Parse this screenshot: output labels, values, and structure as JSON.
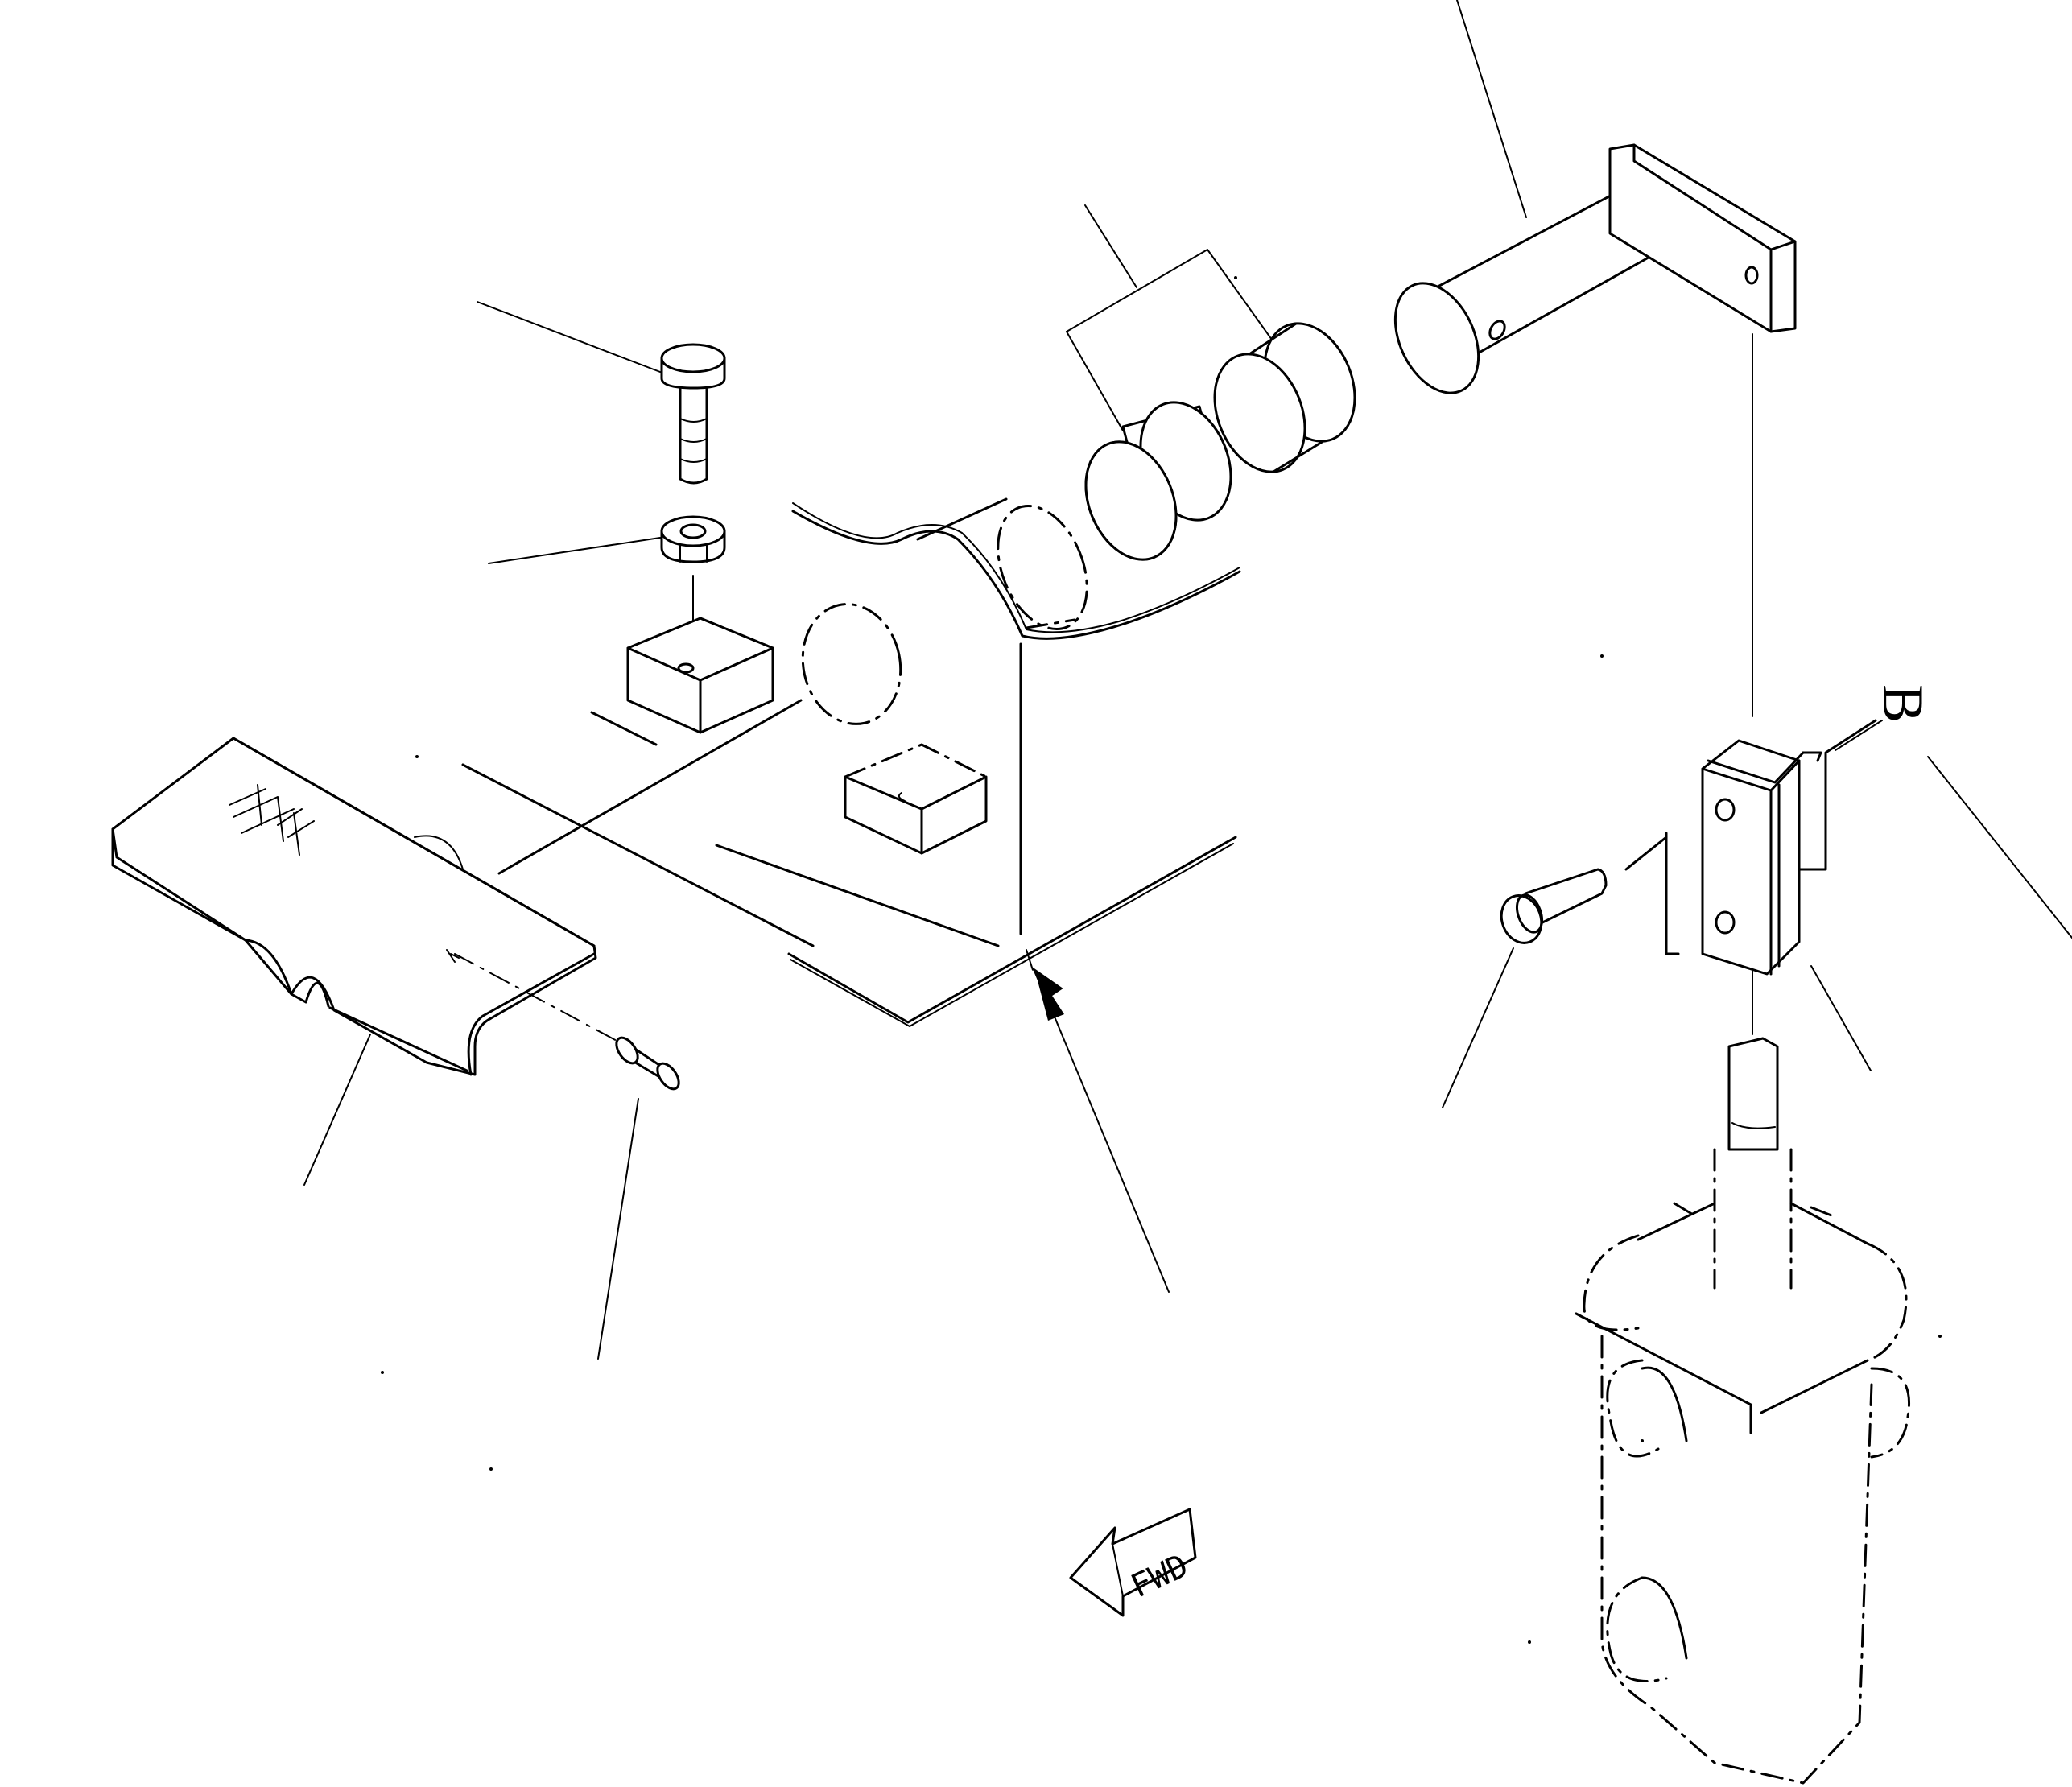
{
  "diagram": {
    "type": "exploded-parts-view",
    "direction_marker": {
      "label": "FWD",
      "icon": "arrow-left-icon"
    },
    "reference_letter": "B",
    "colors": {
      "line": "#000000",
      "background": "#ffffff"
    }
  }
}
